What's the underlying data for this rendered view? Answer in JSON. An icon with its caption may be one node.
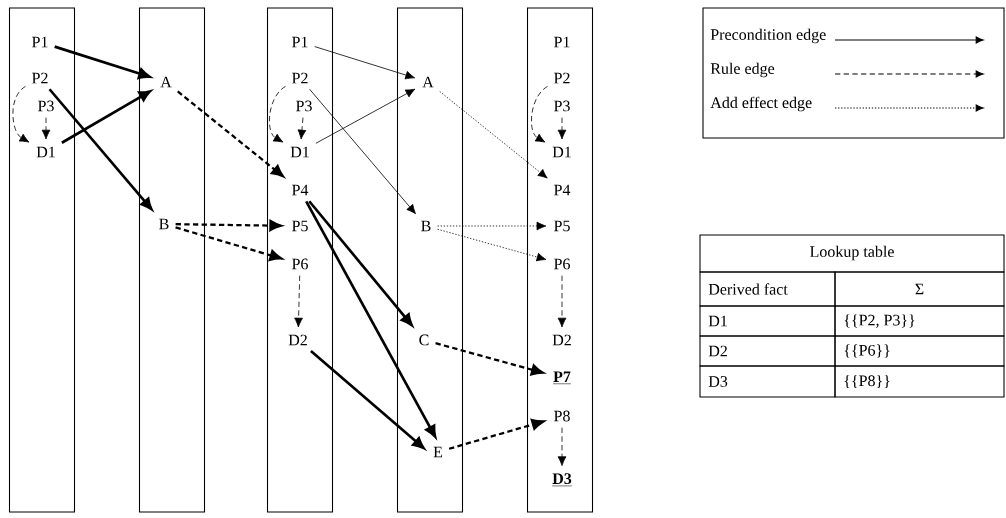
{
  "diagram": {
    "nodes": [
      {
        "text": [],
        "shape": "box"
      },
      {
        "text": [
          "P1"
        ],
        "in": 0
      },
      {
        "text": [
          "P2"
        ],
        "in": 0
      },
      {
        "text": [
          "P3"
        ],
        "in": 0
      },
      {
        "text": [
          "D1"
        ],
        "in": 0
      },
      {
        "text": [],
        "shape": "box"
      },
      {
        "text": [
          "A"
        ],
        "in": 5
      },
      {
        "text": [
          "B"
        ],
        "in": 5
      },
      {
        "text": [],
        "shape": "box"
      },
      {
        "text": [
          "P1"
        ],
        "in": 8
      },
      {
        "text": [
          "P2"
        ],
        "in": 8
      },
      {
        "text": [
          "P3"
        ],
        "in": 8
      },
      {
        "text": [
          "D1"
        ],
        "in": 8
      },
      {
        "text": [
          "P4"
        ],
        "in": 8
      },
      {
        "text": [
          "P5"
        ],
        "in": 8
      },
      {
        "text": [
          "P6"
        ],
        "in": 8
      },
      {
        "text": [
          "D2"
        ],
        "in": 8
      },
      {
        "text": [],
        "shape": "box"
      },
      {
        "text": [
          "A"
        ],
        "in": 17
      },
      {
        "text": [
          "B"
        ],
        "in": 17
      },
      {
        "text": [
          "C"
        ],
        "in": 17
      },
      {
        "text": [
          "E"
        ],
        "in": 17
      },
      {
        "text": [],
        "shape": "box"
      },
      {
        "text": [
          "P1"
        ],
        "in": 22
      },
      {
        "text": [
          "P2"
        ],
        "in": 22
      },
      {
        "text": [
          "P3"
        ],
        "in": 22
      },
      {
        "text": [
          "D1"
        ],
        "in": 22
      },
      {
        "text": [
          "P4"
        ],
        "in": 22
      },
      {
        "text": [
          "P5"
        ],
        "in": 22
      },
      {
        "text": [
          "P6"
        ],
        "in": 22
      },
      {
        "text": [
          "D2"
        ],
        "in": 22
      },
      {
        "text": [
          "P7"
        ],
        "in": 22
      },
      {
        "text": [
          "P8"
        ],
        "in": 22
      },
      {
        "text": [
          "D3"
        ],
        "in": 22
      }
    ],
    "edges": [
      {
        "from": 1,
        "to": 6,
        "arrow": "to",
        "style": "thick"
      },
      {
        "from": 2,
        "to": 7,
        "arrow": "to",
        "style": "thick"
      },
      {
        "from": 4,
        "to": 6,
        "arrow": "to",
        "style": "thick"
      },
      {
        "from": 2,
        "to": 4,
        "arrow": "to",
        "style": "dashed"
      },
      {
        "from": 3,
        "to": 4,
        "arrow": "to",
        "style": "dashed"
      },
      {
        "from": 6,
        "to": 13,
        "arrow": "to",
        "style": "dashed"
      },
      {
        "from": 7,
        "to": 14,
        "arrow": "to",
        "style": "dashed"
      },
      {
        "from": 7,
        "to": 15,
        "arrow": "to",
        "style": "dashed"
      },
      {
        "from": 10,
        "to": 12,
        "arrow": "to",
        "style": "dashed"
      },
      {
        "from": 11,
        "to": 12,
        "arrow": "to",
        "style": "dashed"
      },
      {
        "from": 15,
        "to": 16,
        "arrow": "to",
        "style": "dashed"
      },
      {
        "from": 9,
        "to": 18,
        "arrow": "to"
      },
      {
        "from": 10,
        "to": 19,
        "arrow": "to"
      },
      {
        "from": 12,
        "to": 18,
        "arrow": "to"
      },
      {
        "from": 13,
        "to": 20,
        "arrow": "to",
        "style": "thick"
      },
      {
        "from": 13,
        "to": 21,
        "arrow": "to",
        "style": "thick"
      },
      {
        "from": 16,
        "to": 21,
        "arrow": "to",
        "style": "thick"
      },
      {
        "from": 18,
        "to": 27,
        "arrow": "to",
        "style": "dashed"
      },
      {
        "from": 19,
        "to": 28,
        "arrow": "to",
        "style": "dashed"
      },
      {
        "from": 19,
        "to": 29,
        "arrow": "to",
        "style": "dashed"
      },
      {
        "from": 20,
        "to": 31,
        "arrow": "to",
        "style": "dashed"
      },
      {
        "from": 21,
        "to": 32,
        "arrow": "to",
        "style": "dashed"
      },
      {
        "from": 24,
        "to": 26,
        "arrow": "to",
        "style": "dashed"
      },
      {
        "from": 25,
        "to": 26,
        "arrow": "to",
        "style": "dashed"
      },
      {
        "from": 29,
        "to": 30,
        "arrow": "to",
        "style": "dashed"
      },
      {
        "from": 32,
        "to": 33,
        "arrow": "to",
        "style": "dashed"
      }
    ],
    "labels": [
      "Lookup table",
      "Derived fact",
      "Σ",
      "D1",
      "{{P2, P3}}",
      "D2",
      "{{P6}}",
      "D3",
      "{{P8}}"
    ],
    "legend": [
      {
        "text": "Precondition edge"
      },
      {
        "text": "Rule edge"
      },
      {
        "text": "Add effect edge"
      }
    ]
  }
}
